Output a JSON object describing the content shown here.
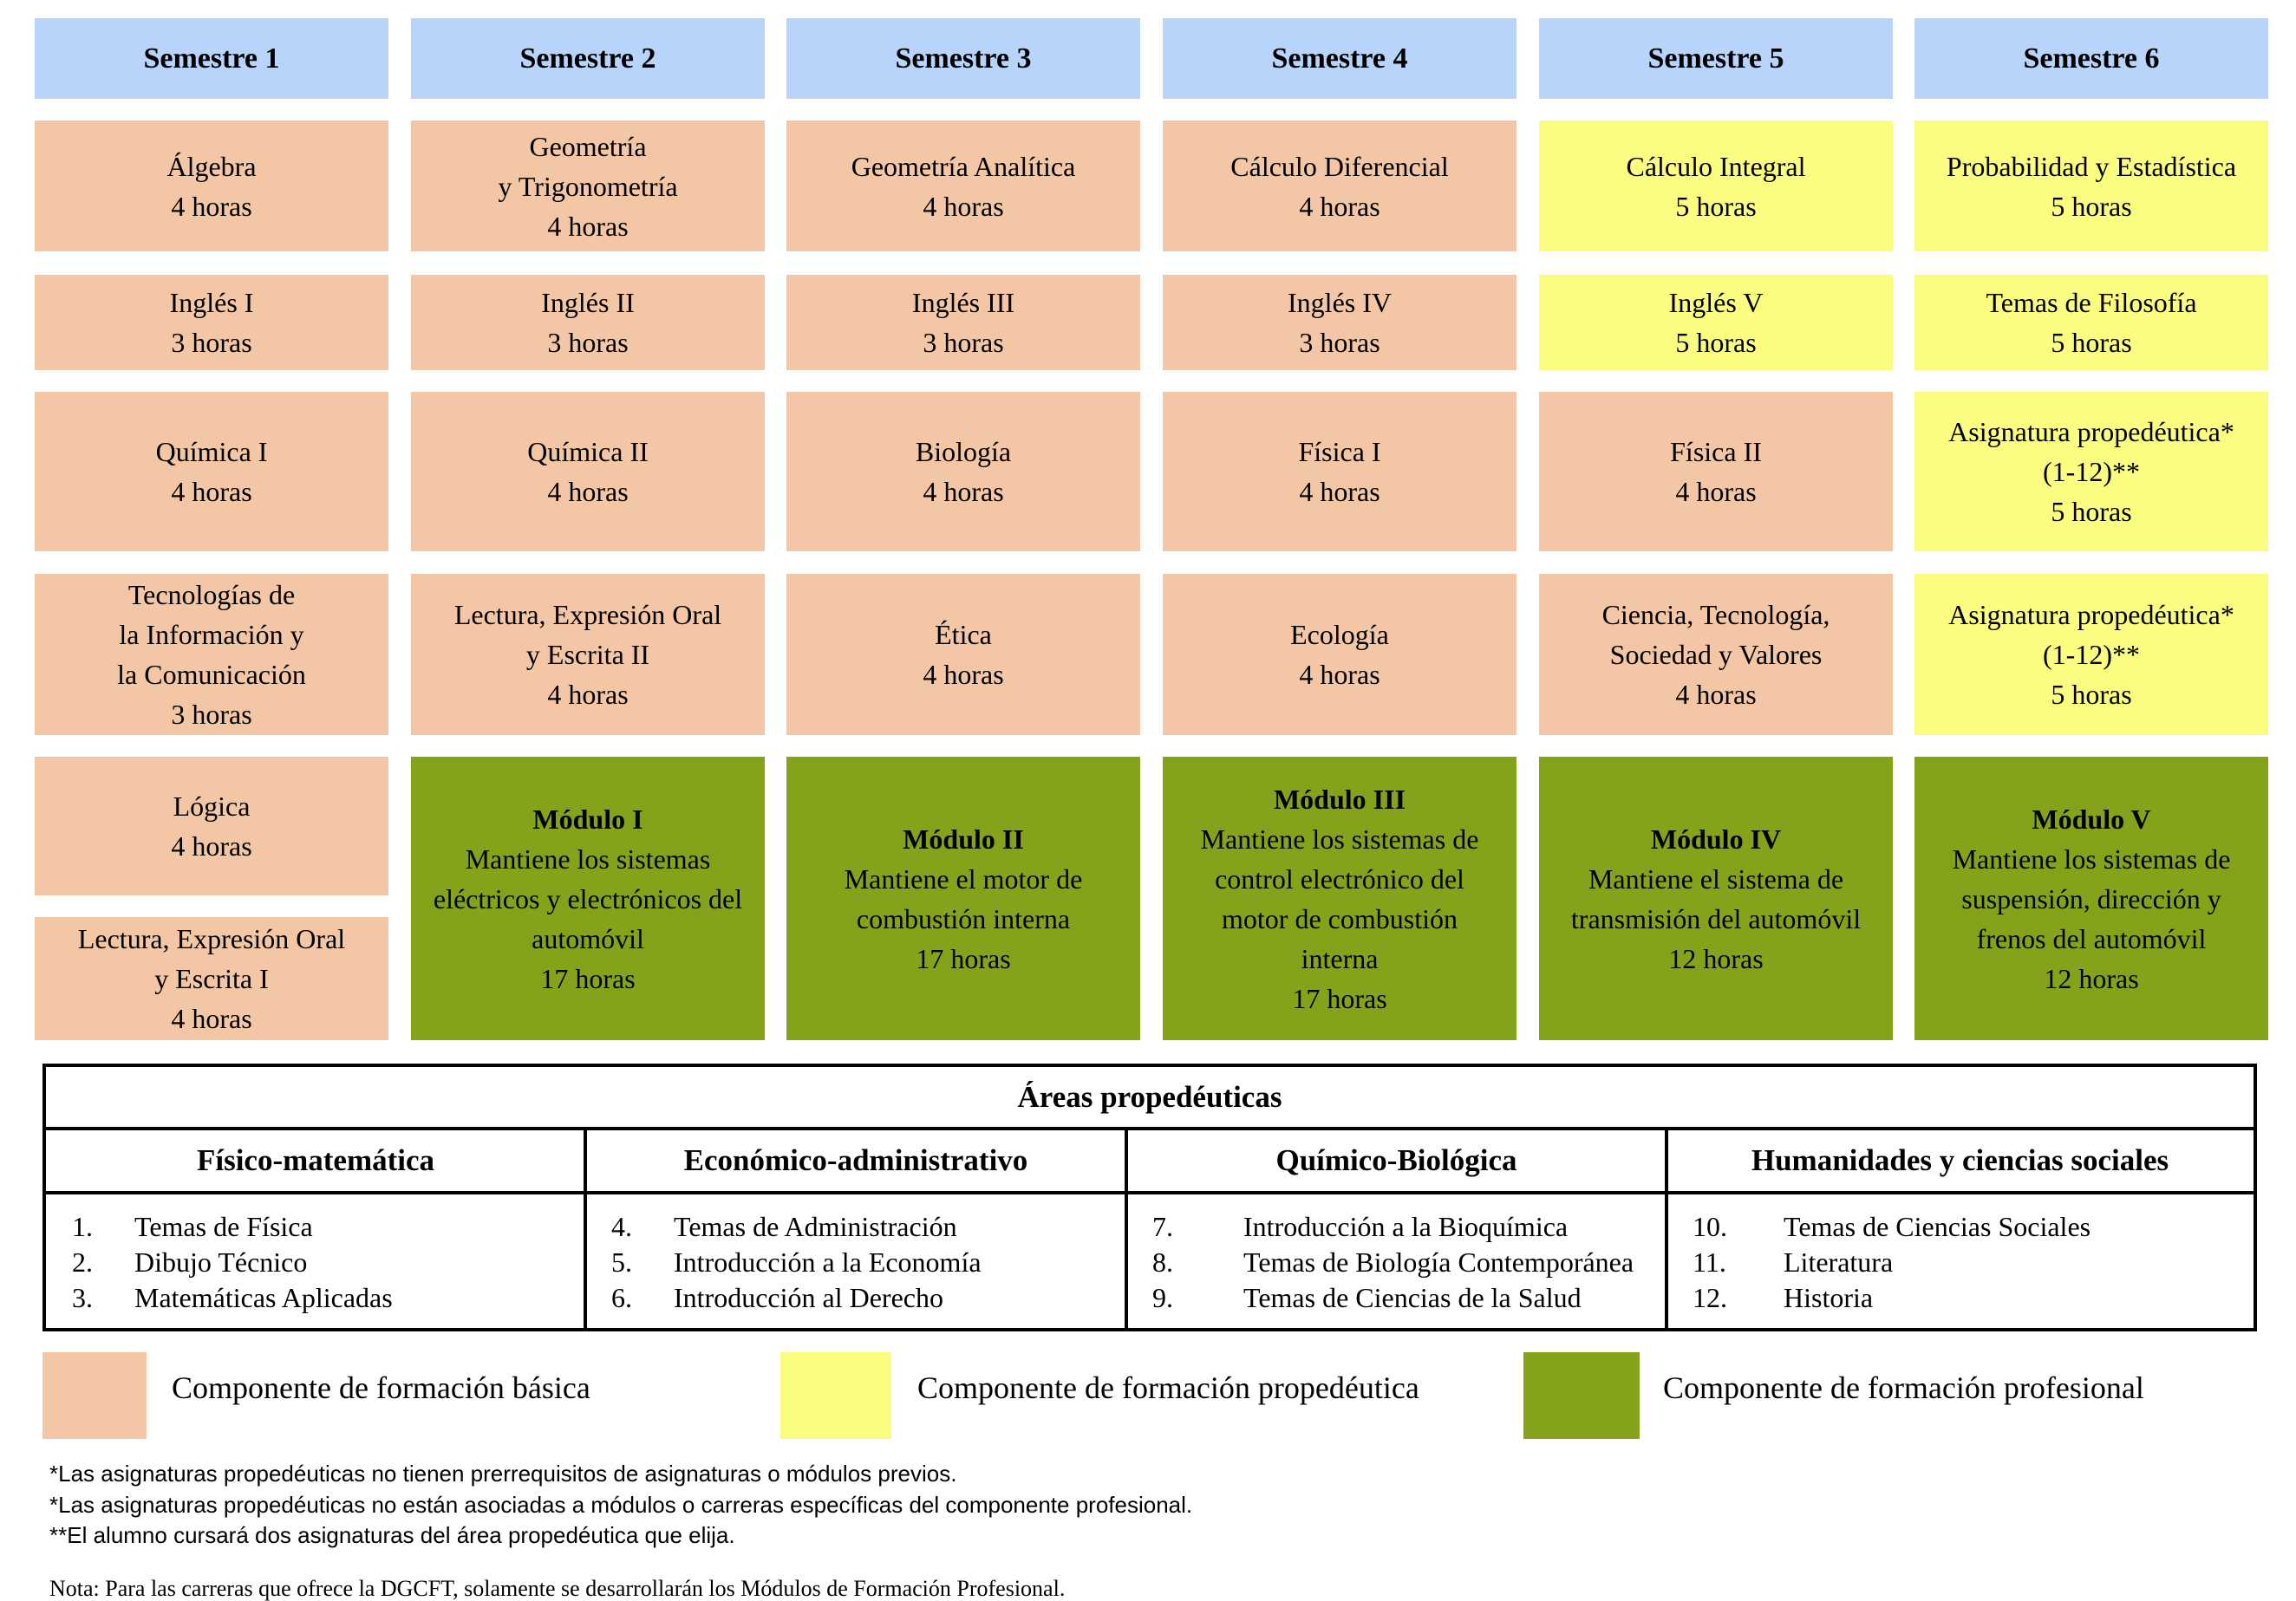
{
  "semesters": [
    {
      "header": "Semestre 1",
      "cells": [
        {
          "type": "basic",
          "lines": [
            "Álgebra",
            "4 horas"
          ]
        },
        {
          "type": "basic",
          "lines": [
            "Inglés I",
            "3 horas"
          ]
        },
        {
          "type": "basic",
          "lines": [
            "Química I",
            "4 horas"
          ]
        },
        {
          "type": "basic",
          "lines": [
            "Tecnologías de",
            "la Información y",
            "la Comunicación",
            "3 horas"
          ]
        },
        {
          "type": "basic",
          "lines": [
            "Lógica",
            "4 horas"
          ]
        },
        {
          "type": "basic",
          "lines": [
            "Lectura, Expresión Oral",
            "y Escrita I",
            "4 horas"
          ]
        }
      ]
    },
    {
      "header": "Semestre 2",
      "cells": [
        {
          "type": "basic",
          "lines": [
            "Geometría",
            "y Trigonometría",
            "4 horas"
          ]
        },
        {
          "type": "basic",
          "lines": [
            "Inglés II",
            "3 horas"
          ]
        },
        {
          "type": "basic",
          "lines": [
            "Química II",
            "4 horas"
          ]
        },
        {
          "type": "basic",
          "lines": [
            "Lectura, Expresión Oral",
            "y Escrita II",
            "4 horas"
          ]
        },
        {
          "type": "prof",
          "title": "Módulo I",
          "lines": [
            "Mantiene los sistemas",
            "eléctricos y electrónicos del",
            "automóvil",
            "17 horas"
          ]
        }
      ]
    },
    {
      "header": "Semestre 3",
      "cells": [
        {
          "type": "basic",
          "lines": [
            "Geometría Analítica",
            "4 horas"
          ]
        },
        {
          "type": "basic",
          "lines": [
            "Inglés III",
            "3 horas"
          ]
        },
        {
          "type": "basic",
          "lines": [
            "Biología",
            "4 horas"
          ]
        },
        {
          "type": "basic",
          "lines": [
            "Ética",
            "4 horas"
          ]
        },
        {
          "type": "prof",
          "title": "Módulo II",
          "lines": [
            "Mantiene el motor de",
            "combustión interna",
            "17 horas"
          ]
        }
      ]
    },
    {
      "header": "Semestre 4",
      "cells": [
        {
          "type": "basic",
          "lines": [
            "Cálculo Diferencial",
            "4 horas"
          ]
        },
        {
          "type": "basic",
          "lines": [
            "Inglés IV",
            "3 horas"
          ]
        },
        {
          "type": "basic",
          "lines": [
            "Física I",
            "4 horas"
          ]
        },
        {
          "type": "basic",
          "lines": [
            "Ecología",
            "4 horas"
          ]
        },
        {
          "type": "prof",
          "title": "Módulo III",
          "lines": [
            "Mantiene los sistemas de",
            "control electrónico del",
            "motor de combustión",
            "interna",
            "17 horas"
          ]
        }
      ]
    },
    {
      "header": "Semestre 5",
      "cells": [
        {
          "type": "prop",
          "lines": [
            "Cálculo Integral",
            "5 horas"
          ]
        },
        {
          "type": "prop",
          "lines": [
            "Inglés V",
            "5 horas"
          ]
        },
        {
          "type": "basic",
          "lines": [
            "Física II",
            "4 horas"
          ]
        },
        {
          "type": "basic",
          "lines": [
            "Ciencia, Tecnología,",
            "Sociedad y Valores",
            "4 horas"
          ]
        },
        {
          "type": "prof",
          "title": "Módulo IV",
          "lines": [
            "Mantiene el sistema de",
            "transmisión del automóvil",
            "12 horas"
          ]
        }
      ]
    },
    {
      "header": "Semestre 6",
      "cells": [
        {
          "type": "prop",
          "lines": [
            "Probabilidad y Estadística",
            "5 horas"
          ]
        },
        {
          "type": "prop",
          "lines": [
            "Temas de Filosofía",
            "5 horas"
          ]
        },
        {
          "type": "prop",
          "lines": [
            "Asignatura propedéutica*",
            "(1-12)**",
            "5 horas"
          ]
        },
        {
          "type": "prop",
          "lines": [
            "Asignatura propedéutica*",
            "(1-12)**",
            "5 horas"
          ]
        },
        {
          "type": "prof",
          "title": "Módulo V",
          "lines": [
            "Mantiene los sistemas de",
            "suspensión, dirección y",
            "frenos del automóvil",
            "12 horas"
          ]
        }
      ]
    }
  ],
  "areas": {
    "title": "Áreas propedéuticas",
    "columns": [
      {
        "name": "Físico-matemática",
        "items": [
          {
            "num": "1.",
            "text": "Temas de Física"
          },
          {
            "num": "2.",
            "text": "Dibujo Técnico"
          },
          {
            "num": "3.",
            "text": "Matemáticas Aplicadas"
          }
        ]
      },
      {
        "name": "Económico-administrativo",
        "items": [
          {
            "num": "4.",
            "text": "Temas de Administración"
          },
          {
            "num": "5.",
            "text": "Introducción a la Economía"
          },
          {
            "num": "6.",
            "text": "Introducción al Derecho"
          }
        ]
      },
      {
        "name": "Químico-Biológica",
        "items": [
          {
            "num": "7.",
            "text": "Introducción a la Bioquímica"
          },
          {
            "num": "8.",
            "text": "Temas de Biología Contemporánea"
          },
          {
            "num": "9.",
            "text": "Temas de Ciencias de la Salud"
          }
        ]
      },
      {
        "name": "Humanidades y ciencias sociales",
        "items": [
          {
            "num": "10.",
            "text": "Temas de Ciencias Sociales"
          },
          {
            "num": "11.",
            "text": "Literatura"
          },
          {
            "num": "12.",
            "text": "Historia"
          }
        ]
      }
    ]
  },
  "legend": [
    {
      "label": "Componente de formación básica",
      "color": "#f3c7a5"
    },
    {
      "label": "Componente de formación propedéutica",
      "color": "#fbfd80"
    },
    {
      "label": "Componente de formación profesional",
      "color": "#85a31a"
    }
  ],
  "footnotes": [
    "*Las asignaturas propedéuticas no tienen prerrequisitos de asignaturas o módulos previos.",
    "*Las asignaturas propedéuticas no están asociadas a módulos o carreras específicas del componente profesional.",
    "**El alumno cursará dos asignaturas del área propedéutica que elija."
  ],
  "note": "Nota: Para las carreras que ofrece la DGCFT, solamente se desarrollarán los Módulos de Formación Profesional.",
  "colors": {
    "header": "#b8d4fb",
    "basic": "#f3c7a5",
    "prop": "#fbfd80",
    "prof": "#85a31a"
  }
}
